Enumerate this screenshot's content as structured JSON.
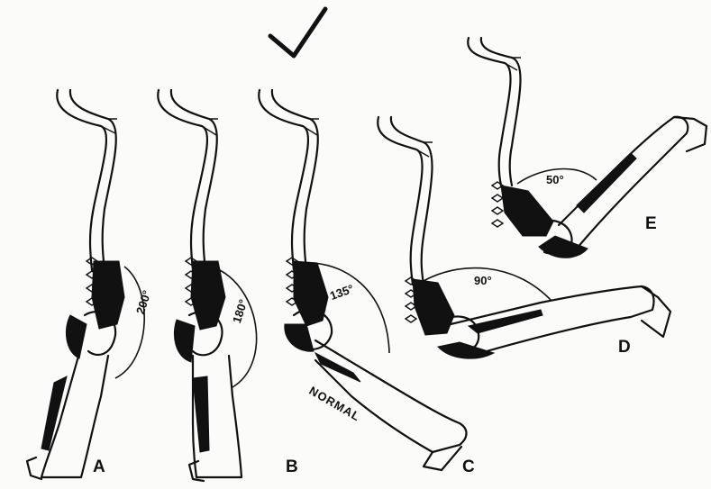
{
  "figure": {
    "panels": [
      {
        "letter": "A",
        "angle": "200°"
      },
      {
        "letter": "B",
        "angle": "180°"
      },
      {
        "letter": "C",
        "angle": "135°",
        "note": "NORMAL"
      },
      {
        "letter": "D",
        "angle": "90°"
      },
      {
        "letter": "E",
        "angle": "50°"
      }
    ]
  },
  "colors": {
    "ink": "#111111",
    "paper": "#fbfbfa"
  }
}
